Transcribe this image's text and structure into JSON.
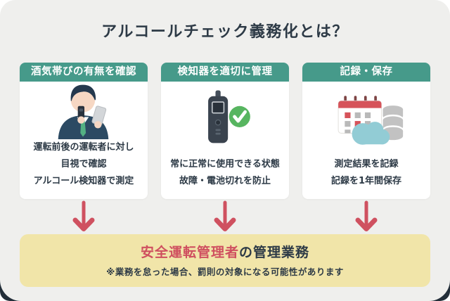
{
  "title": "アルコールチェック義務化とは？",
  "colors": {
    "panel_bg": "#efefed",
    "dark_navy": "#2d3a46",
    "card_header_green": "#469a8a",
    "check_green": "#57b560",
    "accent_red": "#cf4f5f",
    "summary_yellow": "#f1e5a9",
    "calendar_red": "#d6535a",
    "cloud_teal": "#92ccd5",
    "database_gray": "#c2c2c2"
  },
  "cards": [
    {
      "header": "酒気帯びの有無を確認",
      "icon": "driver-visual-check-illustration",
      "lines": [
        "運転前後の運転者に対し",
        "目視で確認",
        "アルコール検知器で測定"
      ]
    },
    {
      "header": "検知器を適切に管理",
      "icon": "breathalyzer-ok-illustration",
      "lines": [
        "常に正常に使用できる状態",
        "故障・電池切れを防止"
      ]
    },
    {
      "header": "記録・保存",
      "icon": "record-save-illustration",
      "lines": [
        "測定結果を記録",
        "記録を1年間保存"
      ]
    }
  ],
  "summary": {
    "highlight": "安全運転管理者",
    "rest": "の管理業務",
    "note": "※業務を怠った場合、罰則の対象になる可能性があります"
  }
}
